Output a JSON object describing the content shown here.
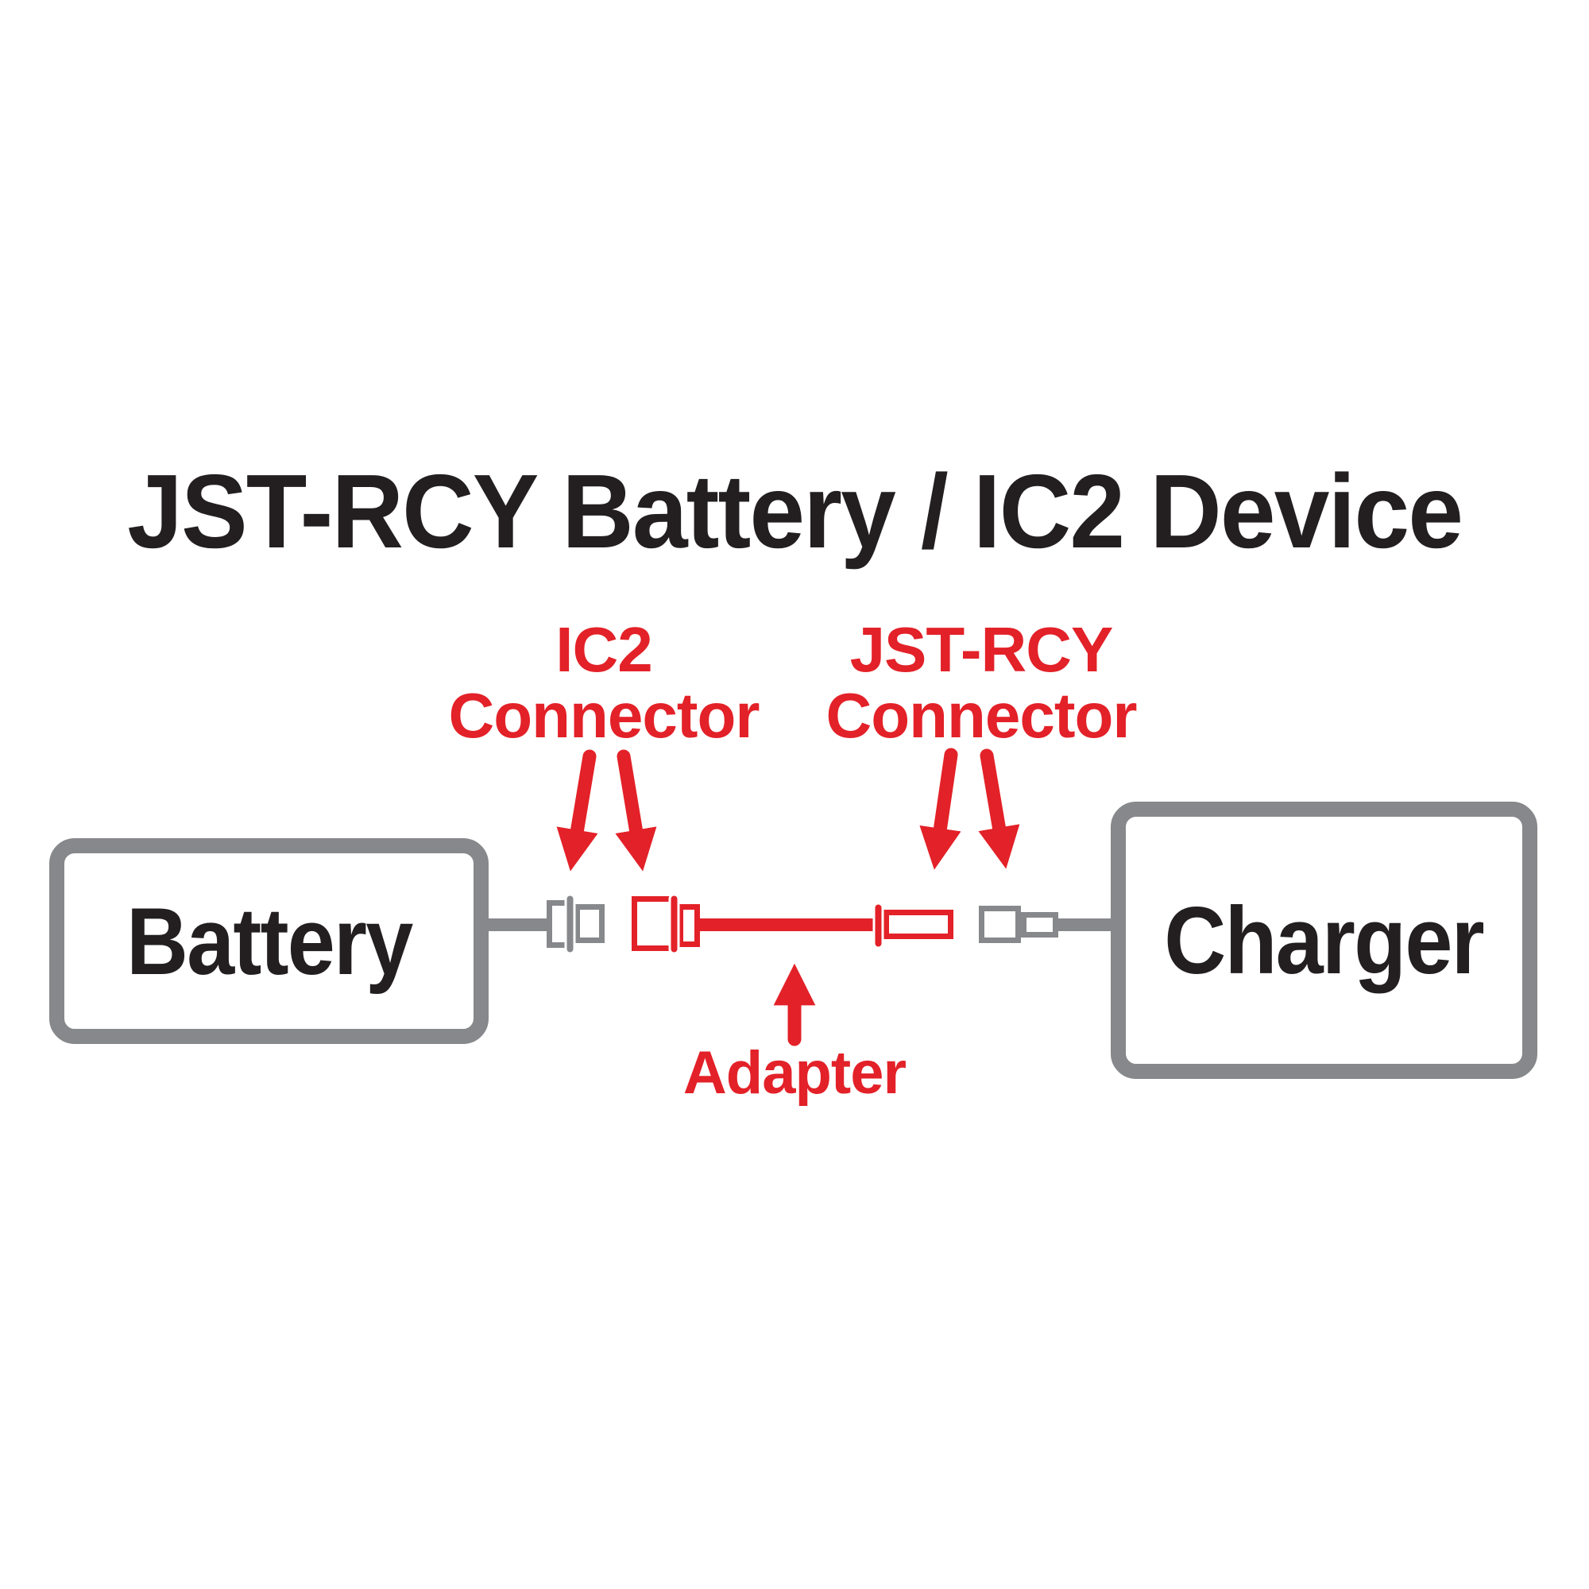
{
  "title": "JST-RCY Battery / IC2 Device",
  "colors": {
    "red": "#e32128",
    "gray": "#87888b",
    "black": "#231f20",
    "background": "#ffffff"
  },
  "devices": {
    "battery": {
      "label": "Battery"
    },
    "charger": {
      "label": "Charger"
    }
  },
  "callouts": {
    "ic2": {
      "line1": "IC2",
      "line2": "Connector"
    },
    "jst_rcy": {
      "line1": "JST-RCY",
      "line2": "Connector"
    },
    "adapter": {
      "label": "Adapter"
    }
  },
  "diagram": {
    "connection": "Battery (JST-RCY) to Charger (IC2 device) through adapter cable",
    "parts": [
      "battery-wire",
      "ic2-connector-gray",
      "ic2-connector-red",
      "adapter-red-wire",
      "jst-rcy-connector-red",
      "jst-rcy-connector-gray",
      "charger-wire"
    ]
  }
}
